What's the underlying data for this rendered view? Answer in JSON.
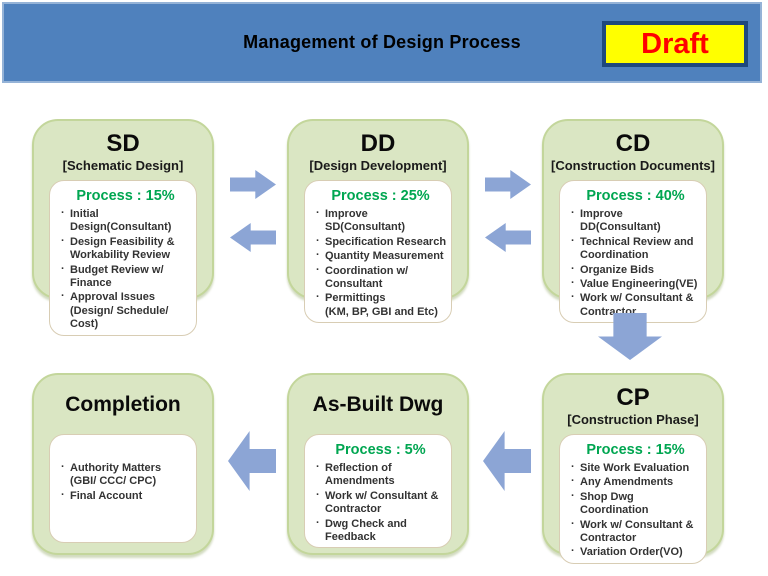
{
  "header": {
    "title": "Management of Design Process",
    "badge": "Draft"
  },
  "boxes": [
    {
      "id": "sd",
      "title": "SD",
      "subtitle": "[Schematic Design]",
      "process": "Process : 15%",
      "items": [
        "Initial Design(Consultant)",
        "Design Feasibility &\nWorkability Review",
        "Budget Review w/ Finance",
        "Approval Issues\n(Design/ Schedule/ Cost)"
      ]
    },
    {
      "id": "dd",
      "title": "DD",
      "subtitle": "[Design Development]",
      "process": "Process : 25%",
      "items": [
        "Improve SD(Consultant)",
        "Specification Research",
        "Quantity Measurement",
        "Coordination w/ Consultant",
        "Permittings\n(KM, BP, GBI and Etc)"
      ]
    },
    {
      "id": "cd",
      "title": "CD",
      "subtitle": "[Construction Documents]",
      "process": "Process : 40%",
      "items": [
        "Improve DD(Consultant)",
        "Technical Review and\nCoordination",
        "Organize Bids",
        "Value Engineering(VE)",
        "Work w/ Consultant &\nContractor"
      ]
    },
    {
      "id": "completion",
      "title": "Completion",
      "subtitle": "",
      "process": "",
      "items": [
        "Authority Matters\n(GBI/ CCC/ CPC)",
        "Final Account"
      ]
    },
    {
      "id": "asbuilt",
      "title": "As-Built Dwg",
      "subtitle": "",
      "process": "Process : 5%",
      "items": [
        "Reflection of Amendments",
        "Work w/ Consultant &\nContractor",
        "Dwg Check and Feedback"
      ]
    },
    {
      "id": "cp",
      "title": "CP",
      "subtitle": "[Construction Phase]",
      "process": "Process : 15%",
      "items": [
        "Site Work Evaluation",
        "Any Amendments",
        "Shop Dwg Coordination",
        "Work w/ Consultant &\nContractor",
        "Variation Order(VO)"
      ]
    }
  ],
  "colors": {
    "header_blue": "#4F81BD",
    "header_border": "#95B3D7",
    "title_text": "#000000",
    "draft_bg": "#FFFF00",
    "draft_border": "#1F497D",
    "draft_text": "#FF0000",
    "box_fill": "#DAE6C3",
    "box_border": "#C3D69B",
    "inner_fill": "#FFFFFF",
    "inner_border": "#D8CDB4",
    "process_green": "#00A651",
    "bullet_text": "#333333",
    "arrow_blue": "#8CA5D5"
  }
}
